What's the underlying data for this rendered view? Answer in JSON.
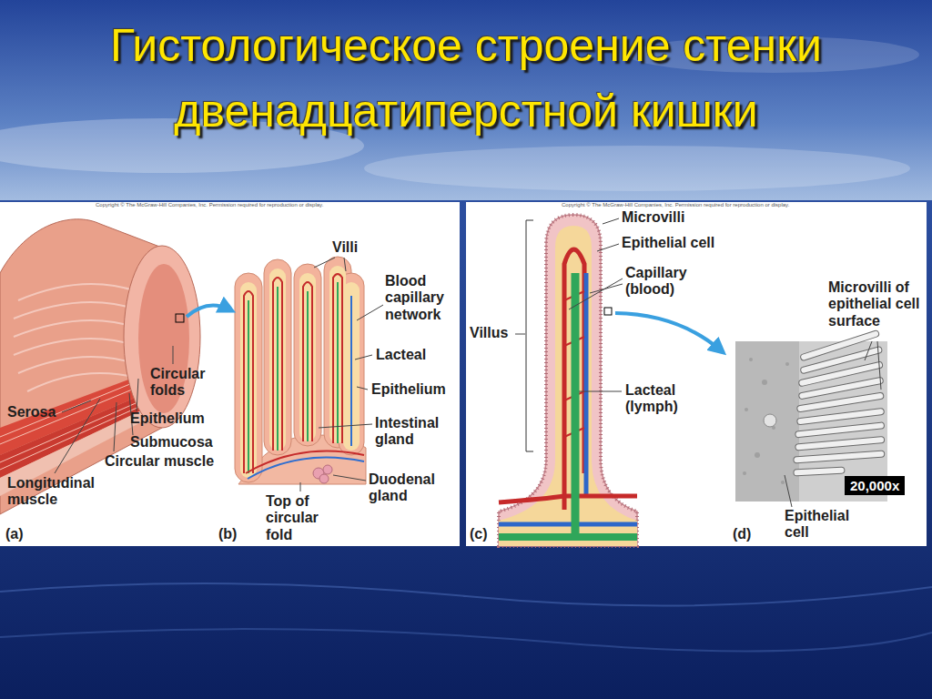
{
  "diagram": {
    "title": "Гистологическое строение стенки двенадцатиперстной кишки",
    "labels": [
      "Copyright © The McGraw-Hill Companies, Inc. Permission required for reproduction or display.",
      "Copyright © The McGraw-Hill Companies, Inc. Permission required for reproduction or display.",
      "Villi",
      "Blood capillary network",
      "Circular folds",
      "Lacteal",
      "Serosa",
      "Epithelium",
      "Epithelium",
      "Submucosa",
      "Intestinal gland",
      "Circular muscle",
      "Longitudinal muscle",
      "Duodenal gland",
      "Top of circular fold",
      "(a)",
      "(b)",
      "Microvilli",
      "Epithelial cell",
      "Capillary (blood)",
      "Villus",
      "Microvilli of epithelial cell surface",
      "Lacteal (lymph)",
      "20,000x",
      "Epithelial cell",
      "(c)",
      "(d)"
    ]
  }
}
